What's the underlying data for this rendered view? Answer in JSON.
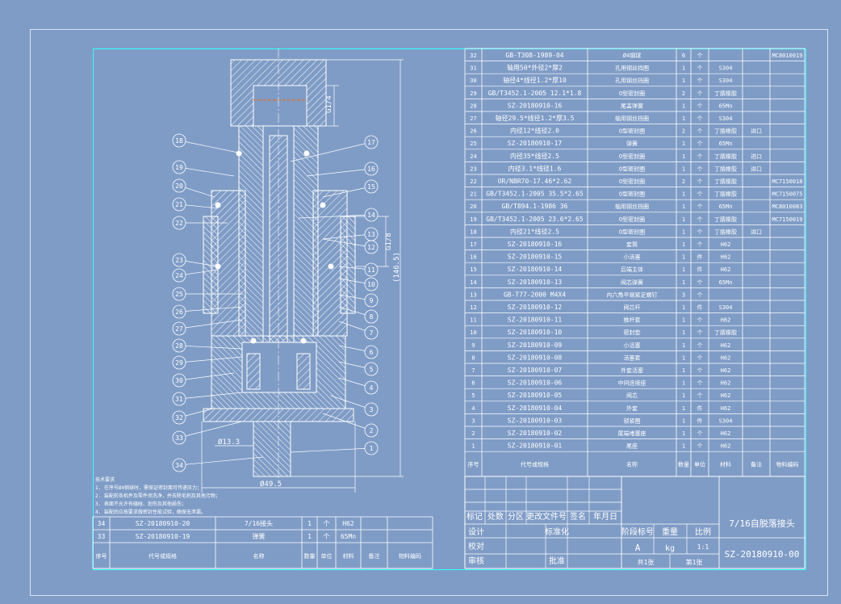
{
  "drawing": {
    "title": "7/16自脱落接头",
    "number": "SZ-20180910-00",
    "stage_mark": "A",
    "weight_unit": "kg",
    "scale": "1:1",
    "sheets": "共1张",
    "sheet": "第1张"
  },
  "dimensions": {
    "thread_top": "G1/4",
    "thread_mid": "G1/8",
    "total_length": "(146.5)",
    "dia_stem": "Ø13.3",
    "dia_body": "Ø49.5"
  },
  "balloons": [
    "1",
    "2",
    "3",
    "4",
    "5",
    "6",
    "7",
    "8",
    "9",
    "10",
    "11",
    "12",
    "13",
    "14",
    "15",
    "16",
    "17",
    "18",
    "19",
    "20",
    "21",
    "22",
    "23",
    "24",
    "25",
    "26",
    "27",
    "28",
    "29",
    "30",
    "31",
    "32",
    "33",
    "34"
  ],
  "notes": [
    "技术要求",
    "1. 在序号Ø4钢球时，需保证密封面可传递压力；",
    "2. 装配前各机件及零件须洗净，并去除毛刺及其他污物；",
    "3. 表面不允许有磕碰、划伤及其他损伤；",
    "4. 装配后应按要求做密封性能试验，确保无泄漏。"
  ],
  "bom_headers": {
    "seq": "序号",
    "code": "代号或规格",
    "name": "名称",
    "qty": "数量",
    "unit": "单位",
    "material": "材料",
    "remark": "备注",
    "matcode": "物料编码"
  },
  "bom_right": [
    {
      "seq": "32",
      "code": "GB-T308-1989-04",
      "name": "Ø4钢球",
      "qty": "6",
      "unit": "个",
      "material": "",
      "remark": "",
      "matcode": "MC8010019"
    },
    {
      "seq": "31",
      "code": "轴用50*外径2*厚2",
      "name": "孔用钢丝挡圈",
      "qty": "1",
      "unit": "个",
      "material": "S304",
      "remark": "",
      "matcode": ""
    },
    {
      "seq": "30",
      "code": "轴径4*线径1.2*厚10",
      "name": "孔用钢丝挡圈",
      "qty": "1",
      "unit": "个",
      "material": "S304",
      "remark": "",
      "matcode": ""
    },
    {
      "seq": "29",
      "code": "GB/T3452.1-2005 12.1*1.8",
      "name": "O型密封圈",
      "qty": "2",
      "unit": "个",
      "material": "丁腈橡胶",
      "remark": "",
      "matcode": ""
    },
    {
      "seq": "28",
      "code": "SZ-20180910-16",
      "name": "尾盖弹簧",
      "qty": "1",
      "unit": "个",
      "material": "65Mn",
      "remark": "",
      "matcode": ""
    },
    {
      "seq": "27",
      "code": "轴径29.5*线径1.2*厚3.5",
      "name": "轴用钢丝挡圈",
      "qty": "1",
      "unit": "个",
      "material": "S304",
      "remark": "",
      "matcode": ""
    },
    {
      "seq": "26",
      "code": "内径12*线径2.0",
      "name": "O型密封圈",
      "qty": "2",
      "unit": "个",
      "material": "丁腈橡胶",
      "remark": "进口",
      "matcode": ""
    },
    {
      "seq": "25",
      "code": "SZ-20180910-17",
      "name": "弹簧",
      "qty": "1",
      "unit": "个",
      "material": "65Mn",
      "remark": "",
      "matcode": ""
    },
    {
      "seq": "24",
      "code": "内径35*线径2.5",
      "name": "O型密封圈",
      "qty": "1",
      "unit": "个",
      "material": "丁腈橡胶",
      "remark": "进口",
      "matcode": ""
    },
    {
      "seq": "23",
      "code": "内径3.1*线径1.6",
      "name": "O型密封圈",
      "qty": "1",
      "unit": "个",
      "material": "丁腈橡胶",
      "remark": "进口",
      "matcode": ""
    },
    {
      "seq": "22",
      "code": "OR/NBR70-17.46*2.62",
      "name": "O型密封圈",
      "qty": "2",
      "unit": "个",
      "material": "丁腈橡胶",
      "remark": "",
      "matcode": "MC7150018"
    },
    {
      "seq": "21",
      "code": "GB/T3452.1-2005 35.5*2.65",
      "name": "O型密封圈",
      "qty": "1",
      "unit": "个",
      "material": "丁腈橡胶",
      "remark": "",
      "matcode": "MC7150075"
    },
    {
      "seq": "20",
      "code": "GB/T894.1-1986 36",
      "name": "轴用钢丝挡圈",
      "qty": "1",
      "unit": "个",
      "material": "65Mn",
      "remark": "",
      "matcode": "MC8010083"
    },
    {
      "seq": "19",
      "code": "GB/T3452.1-2005 23.6*2.65",
      "name": "O型密封圈",
      "qty": "1",
      "unit": "个",
      "material": "丁腈橡胶",
      "remark": "",
      "matcode": "MC7150019"
    },
    {
      "seq": "18",
      "code": "内径21*线径2.5",
      "name": "O型密封圈",
      "qty": "1",
      "unit": "个",
      "material": "丁腈橡胶",
      "remark": "进口",
      "matcode": ""
    },
    {
      "seq": "17",
      "code": "SZ-20180910-16",
      "name": "套筒",
      "qty": "1",
      "unit": "个",
      "material": "H62",
      "remark": "",
      "matcode": ""
    },
    {
      "seq": "16",
      "code": "SZ-20180910-15",
      "name": "小活塞",
      "qty": "1",
      "unit": "件",
      "material": "H62",
      "remark": "",
      "matcode": ""
    },
    {
      "seq": "15",
      "code": "SZ-20180910-14",
      "name": "后端主体",
      "qty": "1",
      "unit": "件",
      "material": "H62",
      "remark": "",
      "matcode": ""
    },
    {
      "seq": "14",
      "code": "SZ-20180910-13",
      "name": "阀芯弹簧",
      "qty": "1",
      "unit": "个",
      "material": "65Mn",
      "remark": "",
      "matcode": ""
    },
    {
      "seq": "13",
      "code": "GB-T77-2000 M4X4",
      "name": "内六角平端紧定螺钉",
      "qty": "3",
      "unit": "个",
      "material": "",
      "remark": "",
      "matcode": ""
    },
    {
      "seq": "12",
      "code": "SZ-20180910-12",
      "name": "阀芯杆",
      "qty": "1",
      "unit": "件",
      "material": "S304",
      "remark": "",
      "matcode": ""
    },
    {
      "seq": "11",
      "code": "SZ-20180910-11",
      "name": "推杆套",
      "qty": "1",
      "unit": "个",
      "material": "H62",
      "remark": "",
      "matcode": ""
    },
    {
      "seq": "10",
      "code": "SZ-20180910-10",
      "name": "密封垫",
      "qty": "1",
      "unit": "个",
      "material": "丁腈橡胶",
      "remark": "",
      "matcode": ""
    },
    {
      "seq": "9",
      "code": "SZ-20180910-09",
      "name": "小活塞",
      "qty": "1",
      "unit": "个",
      "material": "H62",
      "remark": "",
      "matcode": ""
    },
    {
      "seq": "8",
      "code": "SZ-20180910-08",
      "name": "活塞套",
      "qty": "1",
      "unit": "个",
      "material": "H62",
      "remark": "",
      "matcode": ""
    },
    {
      "seq": "7",
      "code": "SZ-20180910-07",
      "name": "外套活塞",
      "qty": "1",
      "unit": "个",
      "material": "H62",
      "remark": "",
      "matcode": ""
    },
    {
      "seq": "6",
      "code": "SZ-20180910-06",
      "name": "中间连接座",
      "qty": "1",
      "unit": "个",
      "material": "H62",
      "remark": "",
      "matcode": ""
    },
    {
      "seq": "5",
      "code": "SZ-20180910-05",
      "name": "阀芯",
      "qty": "1",
      "unit": "个",
      "material": "H62",
      "remark": "",
      "matcode": ""
    },
    {
      "seq": "4",
      "code": "SZ-20180910-04",
      "name": "外套",
      "qty": "1",
      "unit": "件",
      "material": "H62",
      "remark": "",
      "matcode": ""
    },
    {
      "seq": "3",
      "code": "SZ-20180910-03",
      "name": "锁紧圈",
      "qty": "1",
      "unit": "件",
      "material": "S304",
      "remark": "",
      "matcode": ""
    },
    {
      "seq": "2",
      "code": "SZ-20180910-02",
      "name": "尾端堵塞座",
      "qty": "1",
      "unit": "个",
      "material": "H62",
      "remark": "",
      "matcode": ""
    },
    {
      "seq": "1",
      "code": "SZ-20180910-01",
      "name": "尾座",
      "qty": "1",
      "unit": "个",
      "material": "H62",
      "remark": "",
      "matcode": ""
    }
  ],
  "bom_left": [
    {
      "seq": "34",
      "code": "SZ-20180910-20",
      "name": "7/16接头",
      "qty": "1",
      "unit": "个",
      "material": "H62",
      "remark": "",
      "matcode": ""
    },
    {
      "seq": "33",
      "code": "SZ-20180910-19",
      "name": "弹簧",
      "qty": "1",
      "unit": "个",
      "material": "65Mn",
      "remark": "",
      "matcode": ""
    }
  ],
  "title_block": {
    "mark": "标记",
    "count": "处数",
    "zone": "分区",
    "doc": "更改文件号",
    "sign": "签名",
    "date": "年月日",
    "design": "设计",
    "standard": "标准化",
    "check": "校对",
    "review": "审核",
    "approve": "批准",
    "stage": "阶段标号",
    "weight": "重量",
    "ratio": "比例"
  }
}
